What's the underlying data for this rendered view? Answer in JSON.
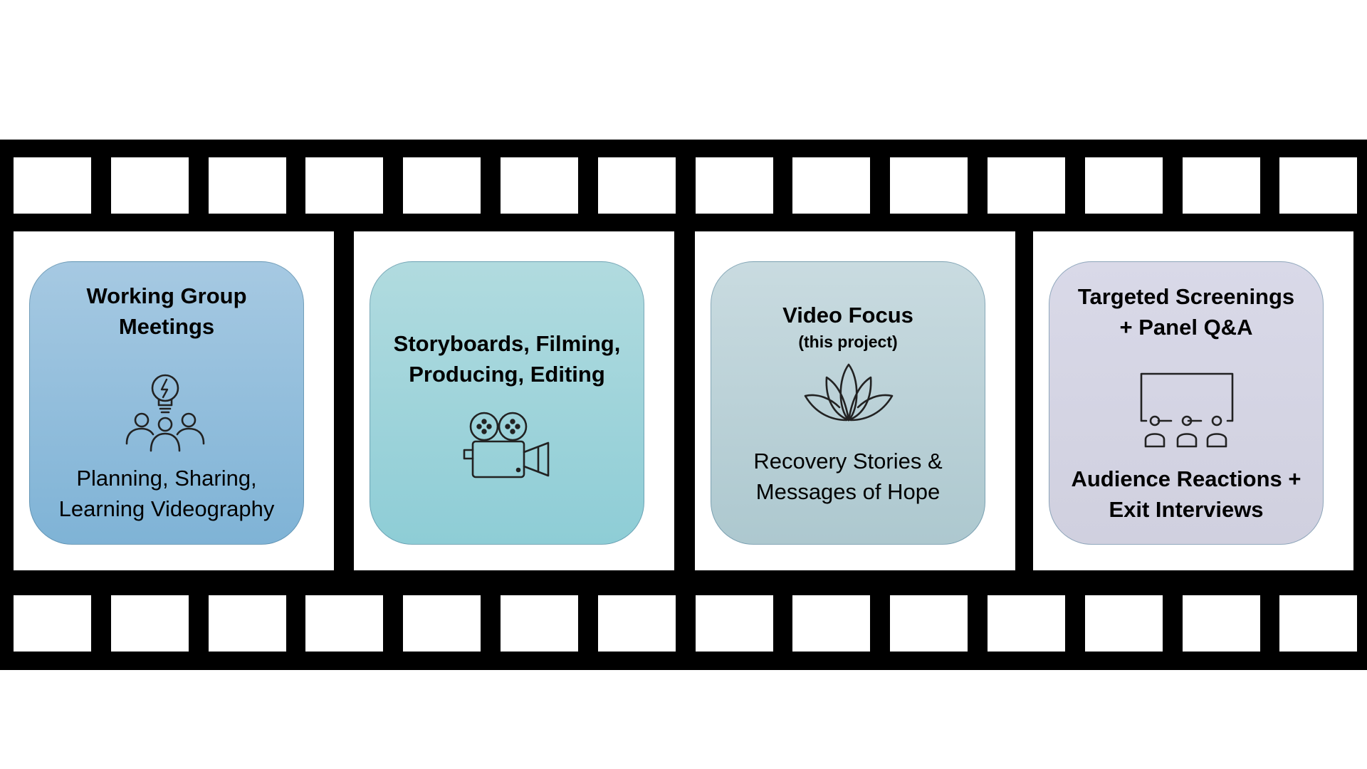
{
  "stages": [
    {
      "title": "Working Group\nMeetings",
      "text": "Planning, Sharing,\nLearning Videography",
      "icon": "group-lightbulb-icon",
      "gradient": [
        "#a6c9e2",
        "#7fb3d6"
      ]
    },
    {
      "title": "Storyboards, Filming,\nProducing, Editing",
      "text": "",
      "icon": "movie-camera-icon",
      "gradient": [
        "#b1dbdf",
        "#8ecdd6"
      ]
    },
    {
      "title": "Video Focus",
      "subtitle": "(this project)",
      "text": "Recovery Stories &\nMessages of Hope",
      "icon": "lotus-icon",
      "gradient": [
        "#c9dbe0",
        "#adc8cf"
      ]
    },
    {
      "title": "Targeted Screenings\n+ Panel Q&A",
      "text": "Audience Reactions +\nExit Interviews",
      "icon": "screening-audience-icon",
      "gradient": [
        "#d9d9e8",
        "#d0d0df"
      ]
    }
  ]
}
